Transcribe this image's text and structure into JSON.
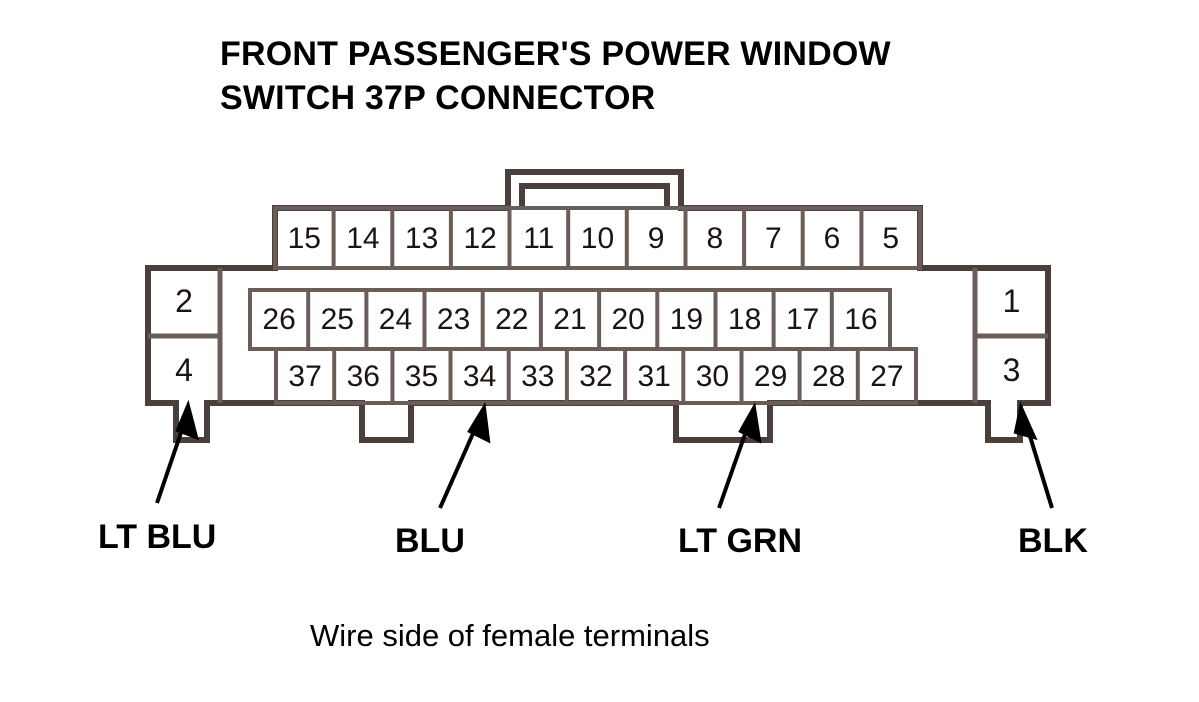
{
  "title": "FRONT PASSENGER'S POWER WINDOW\nSWITCH 37P CONNECTOR",
  "caption": "Wire side of female terminals",
  "connector": {
    "type": "37P connector",
    "rows": {
      "top": [
        "15",
        "14",
        "13",
        "12",
        "11",
        "10",
        "9",
        "8",
        "7",
        "6",
        "5"
      ],
      "middle": [
        "26",
        "25",
        "24",
        "23",
        "22",
        "21",
        "20",
        "19",
        "18",
        "17",
        "16"
      ],
      "bottom": [
        "37",
        "36",
        "35",
        "34",
        "33",
        "32",
        "31",
        "30",
        "29",
        "28",
        "27"
      ],
      "left_side": [
        "2",
        "4"
      ],
      "right_side": [
        "1",
        "3"
      ]
    }
  },
  "wire_callouts": [
    {
      "label": "LT BLU",
      "pin": "4"
    },
    {
      "label": "BLU",
      "pin": "34"
    },
    {
      "label": "LT GRN",
      "pin": "29"
    },
    {
      "label": "BLK",
      "pin": "3"
    }
  ],
  "colors": {
    "outline": "#4a3f3b",
    "inner_line": "#6b5d57",
    "text": "#1b1411",
    "background": "#ffffff"
  }
}
